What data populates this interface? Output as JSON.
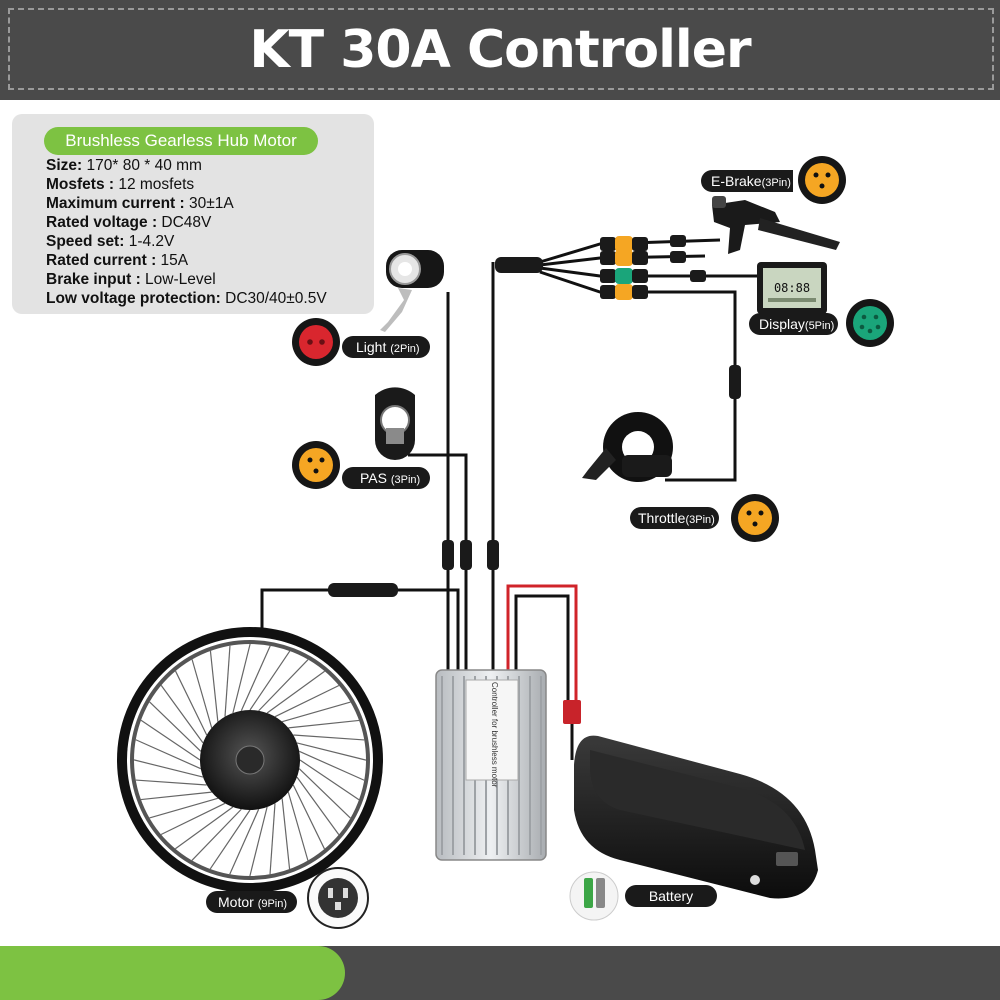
{
  "title": "KT 30A Controller",
  "spec_panel": {
    "badge": "Brushless Gearless Hub Motor",
    "rows": [
      {
        "label": "Size:",
        "value": " 170* 80 * 40 mm"
      },
      {
        "label": "Mosfets :",
        "value": " 12 mosfets"
      },
      {
        "label": "Maximum current :",
        "value": " 30±1A"
      },
      {
        "label": "Rated voltage :",
        "value": " DC48V"
      },
      {
        "label": "Speed set:",
        "value": " 1-4.2V"
      },
      {
        "label": "Rated current :",
        "value": " 15A"
      },
      {
        "label": "Brake input :",
        "value": " Low-Level"
      },
      {
        "label": "Low voltage protection:",
        "value": " DC30/40±0.5V"
      }
    ]
  },
  "ports": {
    "ebrake": {
      "name": "E-Brake",
      "pins": "(3Pin)",
      "color": "#f5a623"
    },
    "display": {
      "name": "Display",
      "pins": "(5Pin)",
      "color": "#1aa57a"
    },
    "light": {
      "name": "Light ",
      "pins": "(2Pin)",
      "color": "#d9262e"
    },
    "pas": {
      "name": "PAS ",
      "pins": "(3Pin)",
      "color": "#f5a623"
    },
    "throttle": {
      "name": "Throttle",
      "pins": "(3Pin)",
      "color": "#f5a623"
    },
    "motor": {
      "name": "Motor ",
      "pins": "(9Pin)",
      "color": "#333333"
    },
    "battery": {
      "name": "Battery",
      "pins": "",
      "color": "#2e9e3a"
    }
  },
  "controller_label": "Controller for brushless motor",
  "display_screen": "08:88"
}
